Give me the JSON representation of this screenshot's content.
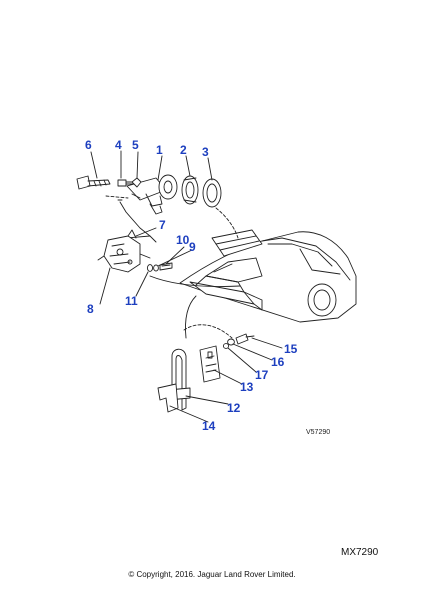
{
  "diagram": {
    "callouts": [
      "1",
      "2",
      "3",
      "4",
      "5",
      "6",
      "7",
      "8",
      "9",
      "10",
      "11",
      "12",
      "13",
      "14",
      "15",
      "16",
      "17"
    ],
    "drawing_ref": "V57290",
    "code": "MX7290",
    "copyright": "© Copyright, 2016. Jaguar Land Rover Limited.",
    "colors": {
      "callout": "#1d3fbf",
      "line": "#222222"
    }
  }
}
